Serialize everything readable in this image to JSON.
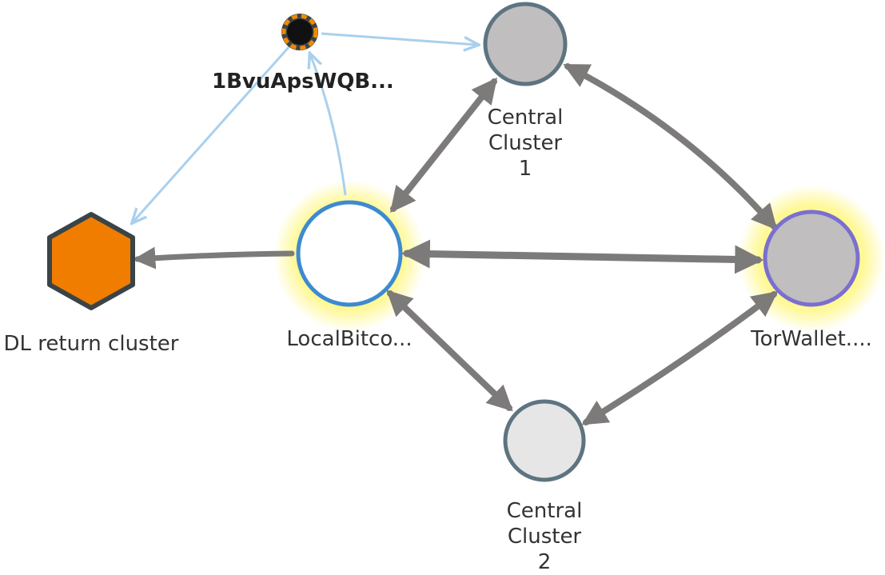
{
  "nodes": {
    "address_1bvu": {
      "label": "1BvuApsWQB...",
      "shape": "address-dot",
      "fill": "#111111",
      "ring": "#f08a00"
    },
    "central_1": {
      "label": "Central\nCluster\n1",
      "fill": "#c0bebe",
      "stroke": "#5e7480"
    },
    "local_bitcoin": {
      "label": "LocalBitco...",
      "fill": "#ffffff",
      "stroke": "#3d8ad0",
      "highlighted": true
    },
    "tor_wallet": {
      "label": "TorWallet....",
      "fill": "#c0bebe",
      "stroke": "#7a6fd0",
      "highlighted": true
    },
    "dl_return": {
      "label": "DL return cluster",
      "shape": "hexagon",
      "fill": "#f07d00",
      "stroke": "#3a4448"
    },
    "central_2": {
      "label": "Central\nCluster\n2",
      "fill": "#e6e6e6",
      "stroke": "#5e7480"
    }
  },
  "colors": {
    "thick_edge": "#7d7a7a",
    "thin_edge": "#a9d0ee",
    "glow": "#fff23c"
  }
}
